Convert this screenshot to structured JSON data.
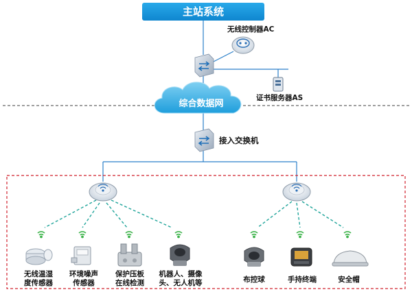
{
  "main_station": "主站系统",
  "ac_label": "无线控制器AC",
  "cloud_label": "综合数据网",
  "as_label": "证书服务器AS",
  "switch_label": "接入交换机",
  "devices": {
    "temp_sensor_l1": "无线温湿",
    "temp_sensor_l2": "度传感器",
    "noise_sensor_l1": "环境噪声",
    "noise_sensor_l2": "传感器",
    "plate_l1": "保护压板",
    "plate_l2": "在线检测",
    "robot_l1": "机器人、摄像",
    "robot_l2": "头、无人机等",
    "dome": "布控球",
    "handheld": "手持终端",
    "helmet": "安全帽"
  }
}
